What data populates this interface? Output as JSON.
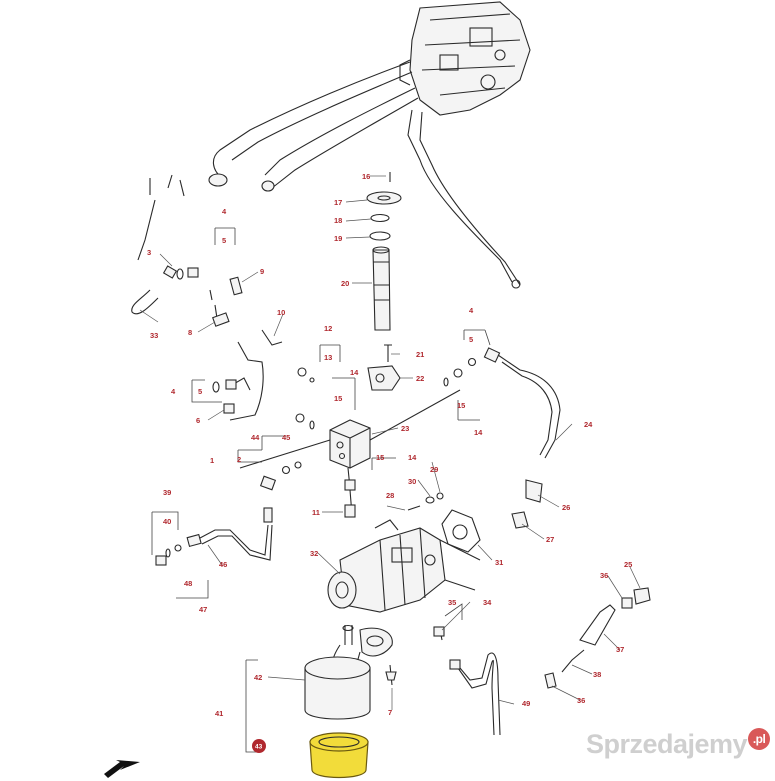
{
  "callouts": {
    "c1": "1",
    "c2": "2",
    "c3": "3",
    "c4a": "4",
    "c4b": "4",
    "c4c": "4",
    "c5a": "5",
    "c5b": "5",
    "c5c": "5",
    "c6": "6",
    "c7": "7",
    "c8": "8",
    "c9": "9",
    "c10": "10",
    "c11": "11",
    "c12": "12",
    "c13": "13",
    "c14a": "14",
    "c14b": "14",
    "c14c": "14",
    "c15a": "15",
    "c15b": "15",
    "c15c": "15",
    "c16": "16",
    "c17": "17",
    "c18": "18",
    "c19": "19",
    "c20": "20",
    "c21": "21",
    "c22": "22",
    "c23": "23",
    "c24": "24",
    "c25": "25",
    "c26": "26",
    "c27": "27",
    "c28": "28",
    "c29": "29",
    "c30": "30",
    "c31": "31",
    "c32": "32",
    "c33": "33",
    "c34": "34",
    "c35": "35",
    "c36a": "36",
    "c36b": "36",
    "c37": "37",
    "c38": "38",
    "c39": "39",
    "c40": "40",
    "c41": "41",
    "c42": "42",
    "c44": "44",
    "c45": "45",
    "c46": "46",
    "c47": "47",
    "c48": "48",
    "c49": "49"
  },
  "highlighted_part": {
    "label": "43",
    "color": "#f2dc3a"
  },
  "watermark": {
    "text": "Sprzedajemy",
    "suffix": ".pl"
  },
  "colors": {
    "callout": "#b0282e",
    "line": "#2a2a2a"
  },
  "icons": {
    "direction": "arrow-down-left-icon"
  }
}
